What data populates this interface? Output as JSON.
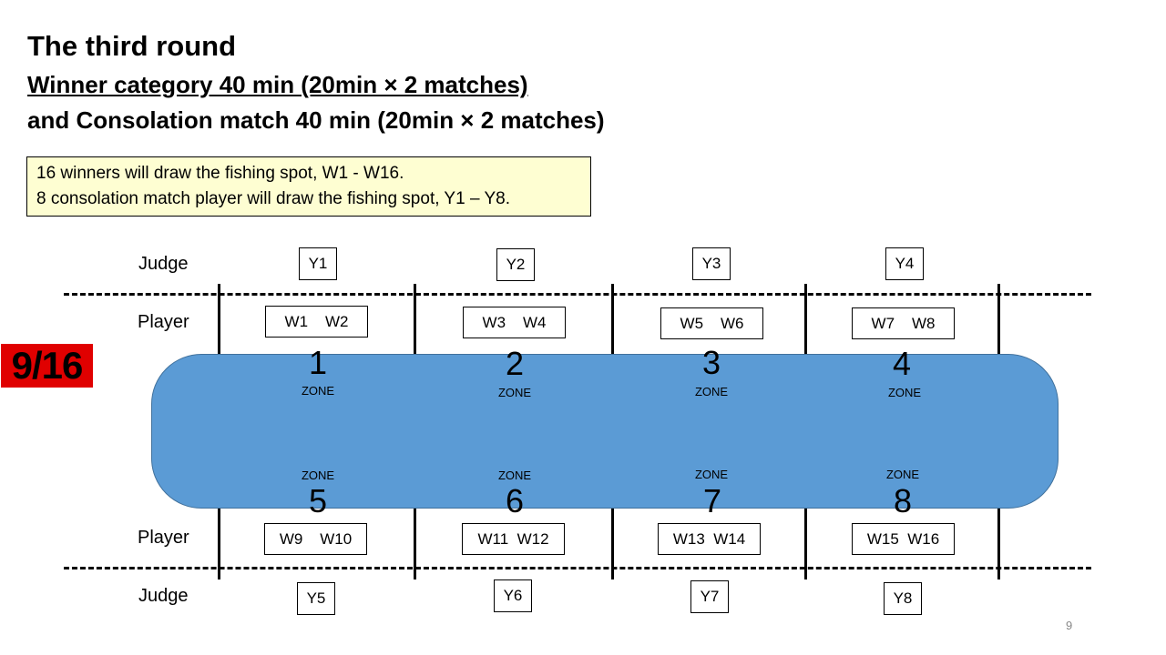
{
  "header": {
    "title": "The third round",
    "subtitle_line1": "Winner category 40 min (20min × 2 matches)",
    "subtitle_line2": "and Consolation match 40 min (20min × 2 matches)"
  },
  "note": {
    "line1": "16 winners will draw the fishing spot, W1 - W16.",
    "line2": "8 consolation match player will draw the fishing spot, Y1 – Y8."
  },
  "badge": {
    "text": "9/16",
    "color": "#e00000"
  },
  "labels": {
    "judge_top": "Judge",
    "player_top": "Player",
    "player_bottom": "Player",
    "judge_bottom": "Judge"
  },
  "pond_color": "#5b9bd5",
  "top_judges": [
    "Y1",
    "Y2",
    "Y3",
    "Y4"
  ],
  "top_players": [
    "W1    W2",
    "W3    W4",
    "W5    W6",
    "W7    W8"
  ],
  "bottom_players": [
    "W9    W10",
    "W11  W12",
    "W13  W14",
    "W15  W16"
  ],
  "bottom_judges": [
    "Y5",
    "Y6",
    "Y7",
    "Y8"
  ],
  "zones_top": [
    {
      "number": "1",
      "label": "ZONE"
    },
    {
      "number": "2",
      "label": "ZONE"
    },
    {
      "number": "3",
      "label": "ZONE"
    },
    {
      "number": "4",
      "label": "ZONE"
    }
  ],
  "zones_bottom": [
    {
      "number": "5",
      "label": "ZONE"
    },
    {
      "number": "6",
      "label": "ZONE"
    },
    {
      "number": "7",
      "label": "ZONE"
    },
    {
      "number": "8",
      "label": "ZONE"
    }
  ],
  "page_number": "9"
}
